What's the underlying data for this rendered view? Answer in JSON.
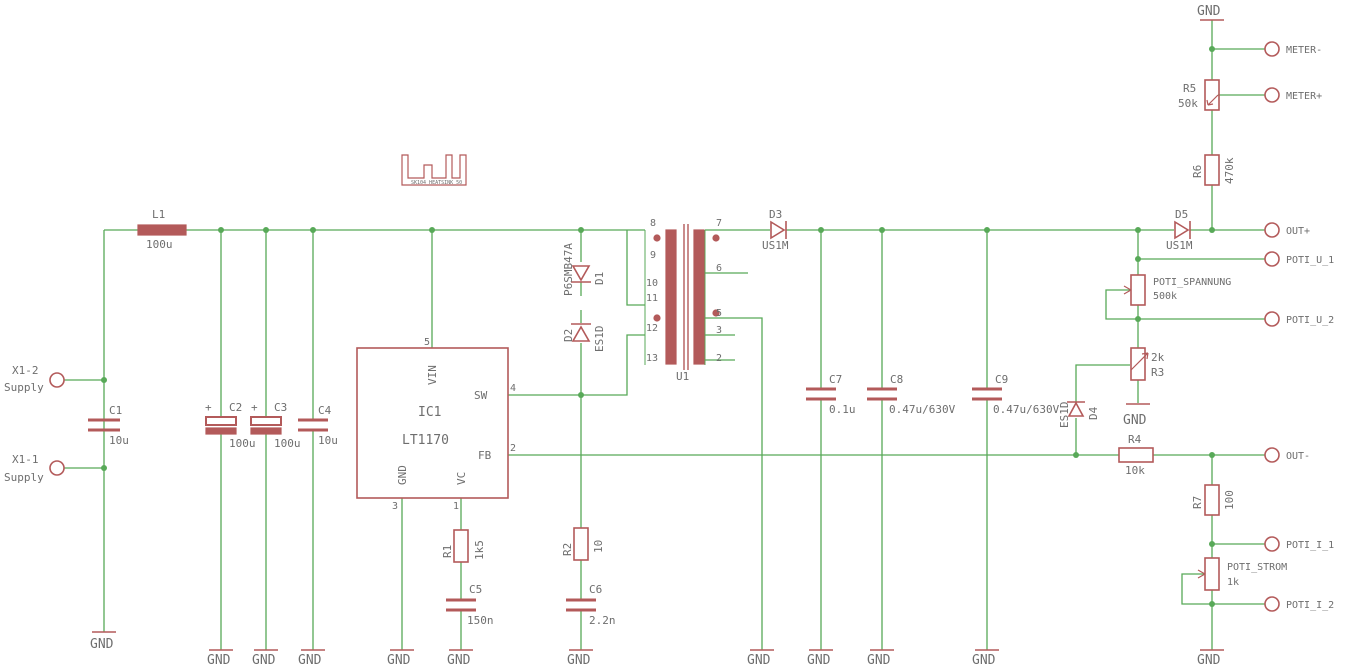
{
  "colors": {
    "wire": "#58a958",
    "part": "#b35a5a",
    "text": "#6e6e6e",
    "background": "#ffffff"
  },
  "supply": {
    "x1_2": "X1-2",
    "x1_1": "X1-1",
    "supply": "Supply"
  },
  "gnd": "GND",
  "l1": {
    "name": "L1",
    "value": "100u"
  },
  "c1": {
    "name": "C1",
    "value": "10u"
  },
  "c2": {
    "name": "C2",
    "value": "100u",
    "plus": "+"
  },
  "c3": {
    "name": "C3",
    "value": "100u",
    "plus": "+"
  },
  "c4": {
    "name": "C4",
    "value": "10u"
  },
  "ic1": {
    "name": "IC1",
    "part": "LT1170",
    "vin": "VIN",
    "sw": "SW",
    "fb": "FB",
    "gnd": "GND",
    "vc": "VC",
    "pin5": "5",
    "pin4": "4",
    "pin2": "2",
    "pin3": "3",
    "pin1": "1"
  },
  "heatsink_label": "SK104_HEATSINK_50",
  "d1": {
    "name": "D1",
    "value": "P6SMB47A"
  },
  "d2": {
    "name": "D2",
    "value": "ES1D"
  },
  "u1": {
    "name": "U1",
    "pins": [
      "8",
      "9",
      "10",
      "11",
      "12",
      "13",
      "7",
      "6",
      "5",
      "3",
      "2"
    ]
  },
  "d3": {
    "name": "D3",
    "value": "US1M"
  },
  "d5": {
    "name": "D5",
    "value": "US1M"
  },
  "d4": {
    "name": "D4",
    "value": "ES1D"
  },
  "r1": {
    "name": "R1",
    "value": "1k5"
  },
  "r2": {
    "name": "R2",
    "value": "10"
  },
  "r3": {
    "name": "R3",
    "value": "2k"
  },
  "r4": {
    "name": "R4",
    "value": "10k"
  },
  "r5": {
    "name": "R5",
    "value": "50k"
  },
  "r6": {
    "name": "R6",
    "value": "470k"
  },
  "r7": {
    "name": "R7",
    "value": "100"
  },
  "c5": {
    "name": "C5",
    "value": "150n"
  },
  "c6": {
    "name": "C6",
    "value": "2.2n"
  },
  "c7": {
    "name": "C7",
    "value": "0.1u"
  },
  "c8": {
    "name": "C8",
    "value": "0.47u/630V"
  },
  "c9": {
    "name": "C9",
    "value": "0.47u/630V"
  },
  "poti_spannung": {
    "name": "POTI_SPANNUNG",
    "value": "500k"
  },
  "poti_strom": {
    "name": "POTI_STROM",
    "value": "1k"
  },
  "terminals": {
    "meter_minus": "METER-",
    "meter_plus": "METER+",
    "out_plus": "OUT+",
    "poti_u_1": "POTI_U_1",
    "poti_u_2": "POTI_U_2",
    "out_minus": "OUT-",
    "poti_i_1": "POTI_I_1",
    "poti_i_2": "POTI_I_2"
  }
}
